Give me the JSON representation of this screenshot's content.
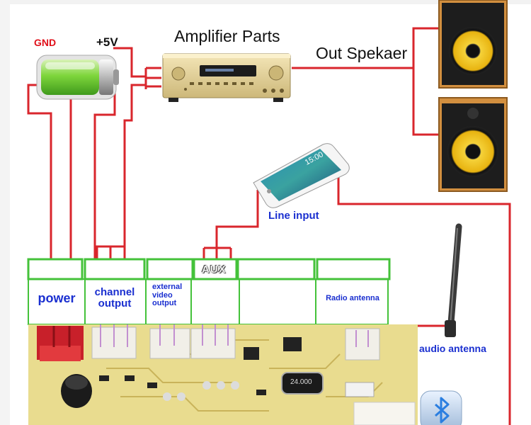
{
  "labels": {
    "amplifier": "Amplifier Parts",
    "out_speaker": "Out Spekaer",
    "gnd": "GND",
    "plus5v": "+5V",
    "line_input": "Line input",
    "aux": "AUX",
    "power": "power",
    "channel_output": "channel output",
    "external_video_output": "external video output",
    "radio_antenna": "Radio antenna",
    "audio_antenna": "audio antenna"
  },
  "phone_time": "15:00",
  "chip_marking": "24.000",
  "colors": {
    "wire": "#d9262c",
    "table_border": "#44c23a",
    "label_blue": "#1a2fd0",
    "label_red": "#e0101a",
    "pcb": "#e9dc8f",
    "speaker_wood": "#d28f3f",
    "speaker_cone": "#f0c21a",
    "battery_green": "#6ed235",
    "amp_gold": "#e6d29a",
    "bluetooth": "#2a7ee0"
  },
  "icons": [
    "battery-icon",
    "amplifier-icon",
    "speaker-icon",
    "smartphone-icon",
    "antenna-icon",
    "bluetooth-icon",
    "circuit-board-icon"
  ]
}
